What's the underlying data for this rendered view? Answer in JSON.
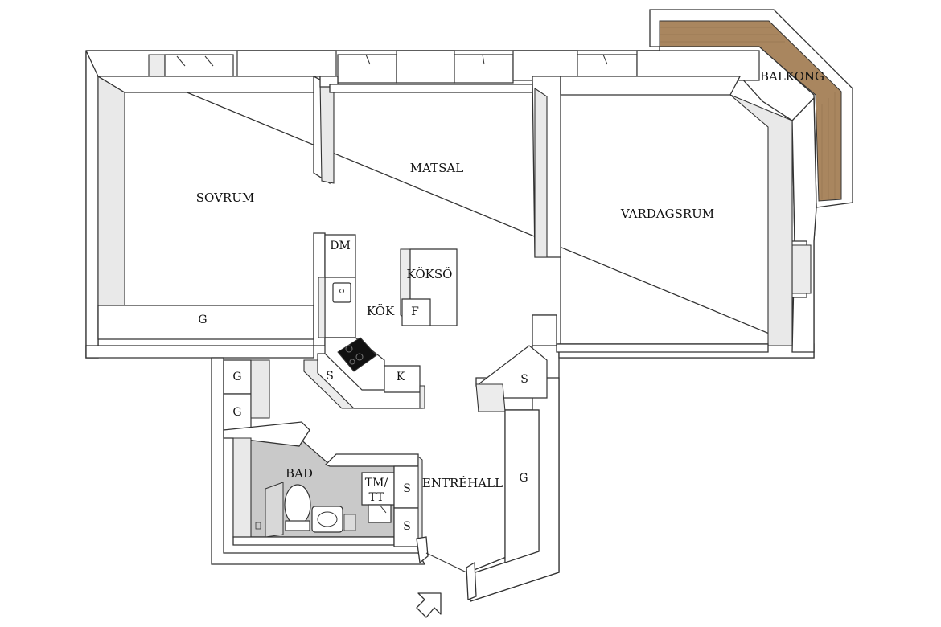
{
  "plan": {
    "colors": {
      "wall": "#ffffff",
      "wall_shadow": "#e9e9e9",
      "outline": "#333333",
      "bathroom_floor": "#c9c9c9",
      "balcony_deck": "#a9865f"
    },
    "rooms": {
      "sovrum": "SOVRUM",
      "matsal": "MATSAL",
      "vardagsrum": "VARDAGSRUM",
      "balkong": "BALKONG",
      "kok": "KÖK",
      "koksö": "KÖKSÖ",
      "bad": "BAD",
      "entrehall": "ENTRÉHALL"
    },
    "fixtures": {
      "dm": "DM",
      "f": "F",
      "k": "K",
      "s": "S",
      "g": "G",
      "tm_tt_line1": "TM/",
      "tm_tt_line2": "TT"
    },
    "icons": {
      "entrance": "entrance-arrow-icon",
      "stove": "stove-icon",
      "sink": "sink-icon",
      "toilet": "toilet-icon",
      "shower": "shower-icon"
    }
  }
}
